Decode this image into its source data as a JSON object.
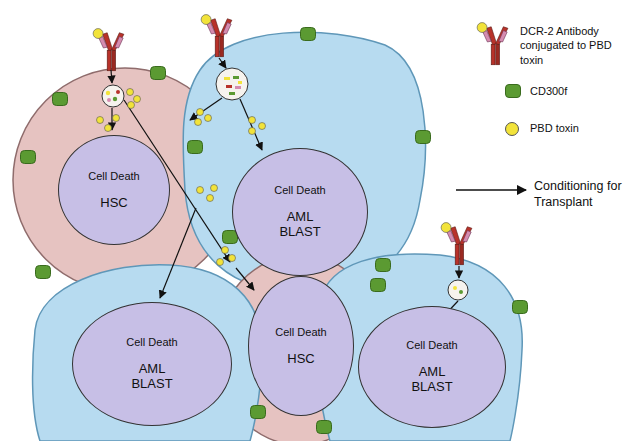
{
  "diagram": {
    "nodes": [
      {
        "text": [
          "Cell Death",
          "HSC"
        ]
      },
      {
        "text": [
          "Cell Death",
          "AML BLAST"
        ]
      },
      {
        "text": [
          "Cell Death",
          "AML BLAST"
        ]
      },
      {
        "text": [
          "Cell Death",
          "HSC"
        ]
      },
      {
        "text": [
          "Cell Death",
          "AML BLAST"
        ]
      }
    ],
    "labels": [
      "Conditioning for Transplant"
    ],
    "legend": [
      {
        "text": "DCR-2 Antibody conjugated to PBD toxin"
      },
      {
        "text": "CD300f",
        "color": "#5b9a32"
      },
      {
        "text": "PBD toxin",
        "color": "#f2e33a"
      }
    ]
  }
}
